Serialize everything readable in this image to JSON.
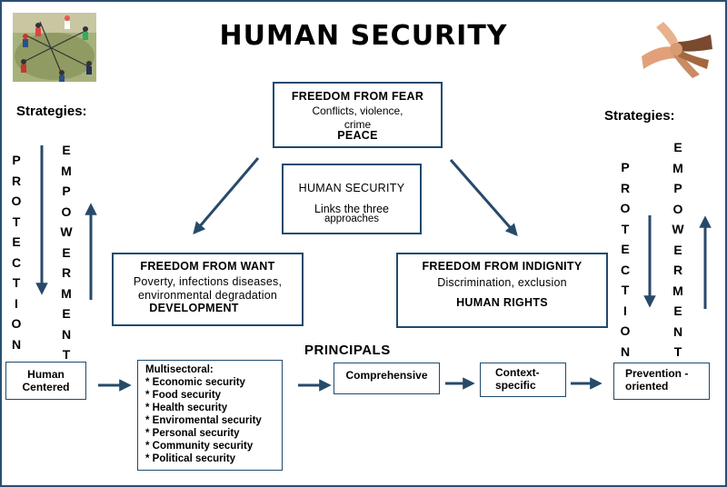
{
  "title": "HUMAN SECURITY",
  "strategies_left": "Strategies:",
  "strategies_right": "Strategies:",
  "protection": [
    "P",
    "R",
    "O",
    "T",
    "E",
    "C",
    "T",
    "I",
    "O",
    "N"
  ],
  "empowerment": [
    "E",
    "M",
    "P",
    "O",
    "W",
    "E",
    "R",
    "M",
    "E",
    "N",
    "T"
  ],
  "fear": {
    "title": "FREEDOM FROM FEAR",
    "line1": "Conflicts, violence,",
    "line2": "crime",
    "tag": "PEACE"
  },
  "center": {
    "title": "HUMAN SECURITY",
    "line1": "Links the three",
    "line2": "approaches"
  },
  "want": {
    "title": "FREEDOM FROM WANT",
    "line1": "Poverty, infections diseases,",
    "line2": "environmental degradation",
    "tag": "DEVELOPMENT"
  },
  "indignity": {
    "title": "FREEDOM FROM INDIGNITY",
    "line1": "Discrimination, exclusion",
    "tag": "HUMAN RIGHTS"
  },
  "principals_label": "PRINCIPALS",
  "principles": {
    "human_centered": [
      "Human",
      "Centered"
    ],
    "multisectoral": {
      "title": "Multisectoral:",
      "items": [
        "* Economic security",
        "* Food security",
        "* Health security",
        "* Enviromental security",
        "* Personal security",
        "* Community security",
        "* Political security"
      ]
    },
    "comprehensive": "Comprehensive",
    "context_specific": [
      "Context-",
      "specific"
    ],
    "prevention": [
      "Prevention -",
      "oriented"
    ]
  }
}
